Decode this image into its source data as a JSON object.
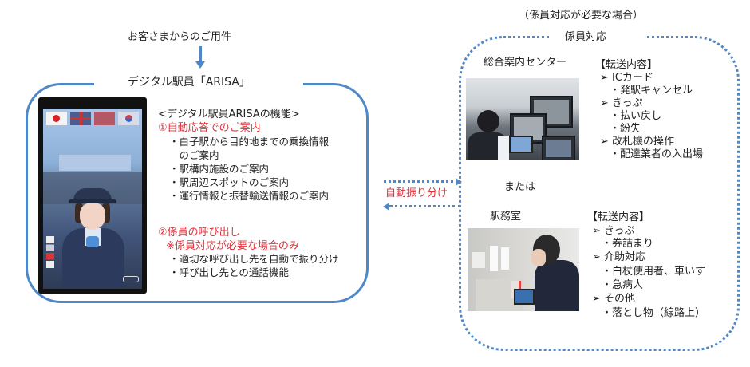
{
  "top": {
    "label": "お客さまからのご用件"
  },
  "left_box": {
    "title": "デジタル駅員「ARISA」",
    "features_title": "<デジタル駅員ARISAの機能>",
    "section1": {
      "heading": "①自動応答でのご案内",
      "items": [
        "・白子駅から目的地までの乗換情報",
        "　のご案内",
        "・駅構内施設のご案内",
        "・駅周辺スポットのご案内",
        "・運行情報と振替輸送情報のご案内"
      ]
    },
    "section2": {
      "heading": "②係員の呼び出し",
      "note": "※係員対応が必要な場合のみ",
      "items": [
        "・適切な呼び出し先を自動で振り分け",
        "・呼び出し先との通話機能"
      ]
    },
    "device": {
      "flags": [
        "japan-flag",
        "uk-flag",
        "china-flag",
        "korea-flag"
      ]
    }
  },
  "middle": {
    "route_label": "自動振り分け"
  },
  "right_box": {
    "condition": "（係員対応が必要な場合）",
    "title": "係員対応",
    "center": {
      "label": "総合案内センター",
      "transfer_title": "【転送内容】",
      "groups": [
        {
          "head": "➢ ICカード",
          "items": [
            "・発駅キャンセル"
          ]
        },
        {
          "head": "➢ きっぷ",
          "items": [
            "・払い戻し",
            "・紛失"
          ]
        },
        {
          "head": "➢ 改札機の操作",
          "items": [
            "・配達業者の入出場"
          ]
        }
      ]
    },
    "or_label": "または",
    "office": {
      "label": "駅務室",
      "transfer_title": "【転送内容】",
      "groups": [
        {
          "head": "➢ きっぷ",
          "items": [
            "・券詰まり"
          ]
        },
        {
          "head": "➢ 介助対応",
          "items": [
            "・白杖使用者、車いす",
            "・急病人"
          ]
        },
        {
          "head": "➢ その他",
          "items": [
            "・落とし物（線路上）"
          ]
        }
      ]
    }
  },
  "colors": {
    "accent_blue": "#4f88c6",
    "highlight_red": "#e0313a",
    "text": "#222222"
  }
}
